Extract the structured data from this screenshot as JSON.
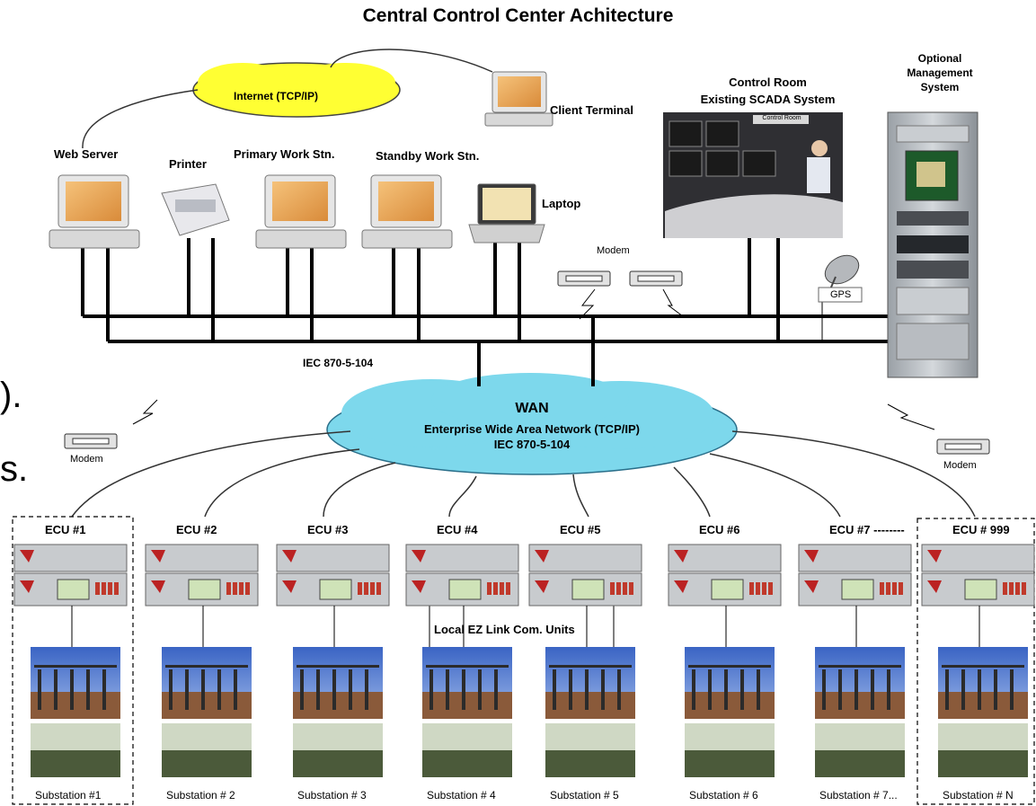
{
  "title": "Central Control Center  Achitecture",
  "internet_label": "Internet (TCP/IP)",
  "client_terminal": "Client Terminal",
  "control_room": {
    "line1": "Control Room",
    "line2": "Existing SCADA System",
    "sign": "Control Room"
  },
  "optional_mgmt": {
    "line1": "Optional",
    "line2": "Management",
    "line3": "System"
  },
  "devices": {
    "web_server": "Web Server",
    "printer": "Printer",
    "primary": "Primary Work Stn.",
    "standby": "Standby Work Stn.",
    "laptop": "Laptop"
  },
  "modem_label": "Modem",
  "gps_label": "GPS",
  "bus_label": "IEC 870-5-104",
  "wan": {
    "line1": "WAN",
    "line2": "Enterprise Wide Area Network (TCP/IP)",
    "line3": "IEC 870-5-104"
  },
  "local_link": "Local EZ Link Com. Units",
  "slide_fragments": [
    ").",
    "s."
  ],
  "ecus": [
    {
      "ecu": "ECU #1",
      "sub": "Substation #1"
    },
    {
      "ecu": "ECU #2",
      "sub": "Substation # 2"
    },
    {
      "ecu": "ECU #3",
      "sub": "Substation # 3"
    },
    {
      "ecu": "ECU #4",
      "sub": "Substation # 4"
    },
    {
      "ecu": "ECU #5",
      "sub": "Substation # 5"
    },
    {
      "ecu": "ECU #6",
      "sub": "Substation # 6"
    },
    {
      "ecu": "ECU #7 --------",
      "sub": "Substation # 7..."
    },
    {
      "ecu": "ECU # 999",
      "sub": "Substation # N"
    }
  ]
}
